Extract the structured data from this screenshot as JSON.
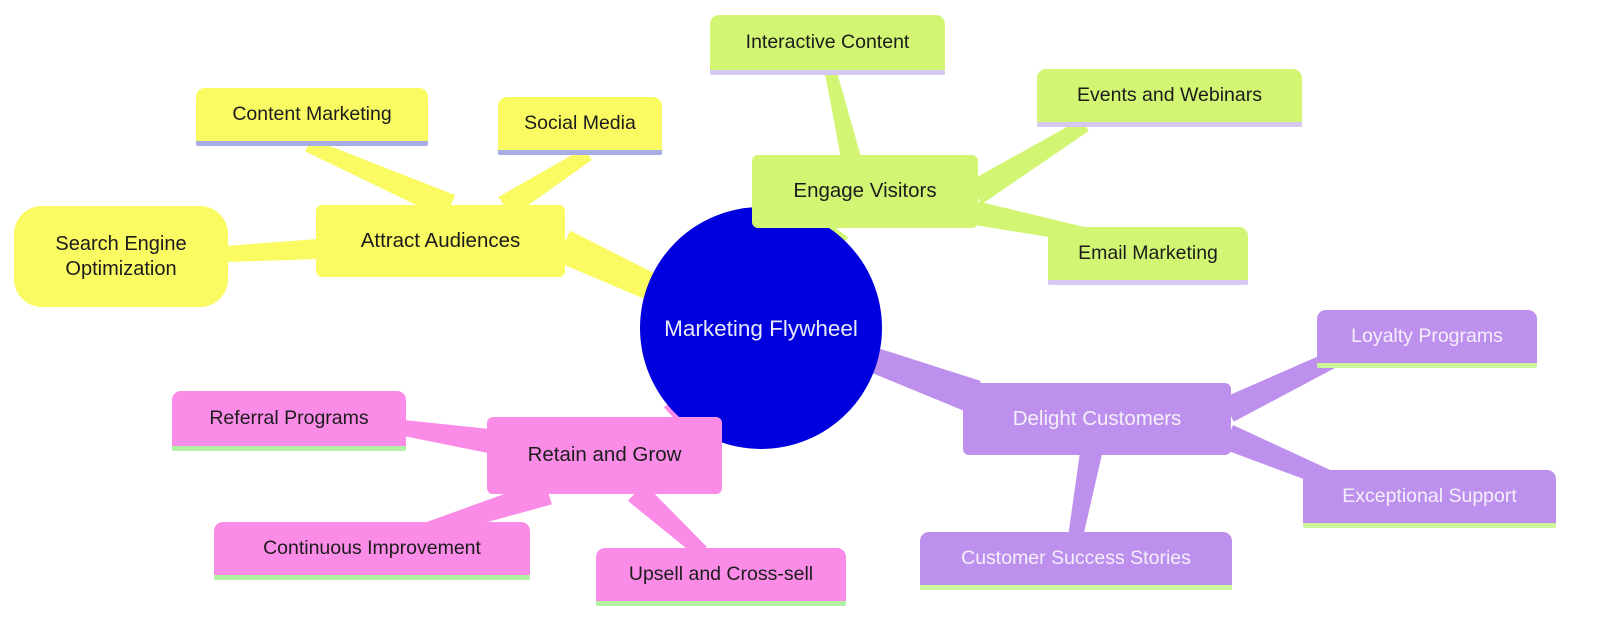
{
  "diagram": {
    "type": "mindmap",
    "title": "Marketing Flywheel",
    "root": {
      "label": "Marketing Flywheel",
      "fill": "#0000DE",
      "text_color": "#E8E8F8"
    },
    "branches": [
      {
        "label": "Attract Audiences",
        "fill": "#FAFA62",
        "underline": "#A6ACE4",
        "text_color": "#1C1C1C",
        "children": [
          {
            "label": "Content Marketing"
          },
          {
            "label": "Social Media"
          },
          {
            "label": "Search Engine Optimization"
          }
        ]
      },
      {
        "label": "Engage Visitors",
        "fill": "#D2F573",
        "underline": "#D5C8F2",
        "text_color": "#1C1C1C",
        "children": [
          {
            "label": "Interactive Content"
          },
          {
            "label": "Events and Webinars"
          },
          {
            "label": "Email Marketing"
          }
        ]
      },
      {
        "label": "Delight Customers",
        "fill": "#BE90EE",
        "underline": "#CDF69B",
        "text_color": "#F4F0FB",
        "children": [
          {
            "label": "Loyalty Programs"
          },
          {
            "label": "Exceptional Support"
          },
          {
            "label": "Customer Success Stories"
          }
        ]
      },
      {
        "label": "Retain and Grow",
        "fill": "#FA8CE8",
        "underline": "#B0F1A4",
        "text_color": "#1C1C1C",
        "children": [
          {
            "label": "Referral Programs"
          },
          {
            "label": "Continuous Improvement"
          },
          {
            "label": "Upsell and Cross-sell"
          }
        ]
      }
    ]
  }
}
